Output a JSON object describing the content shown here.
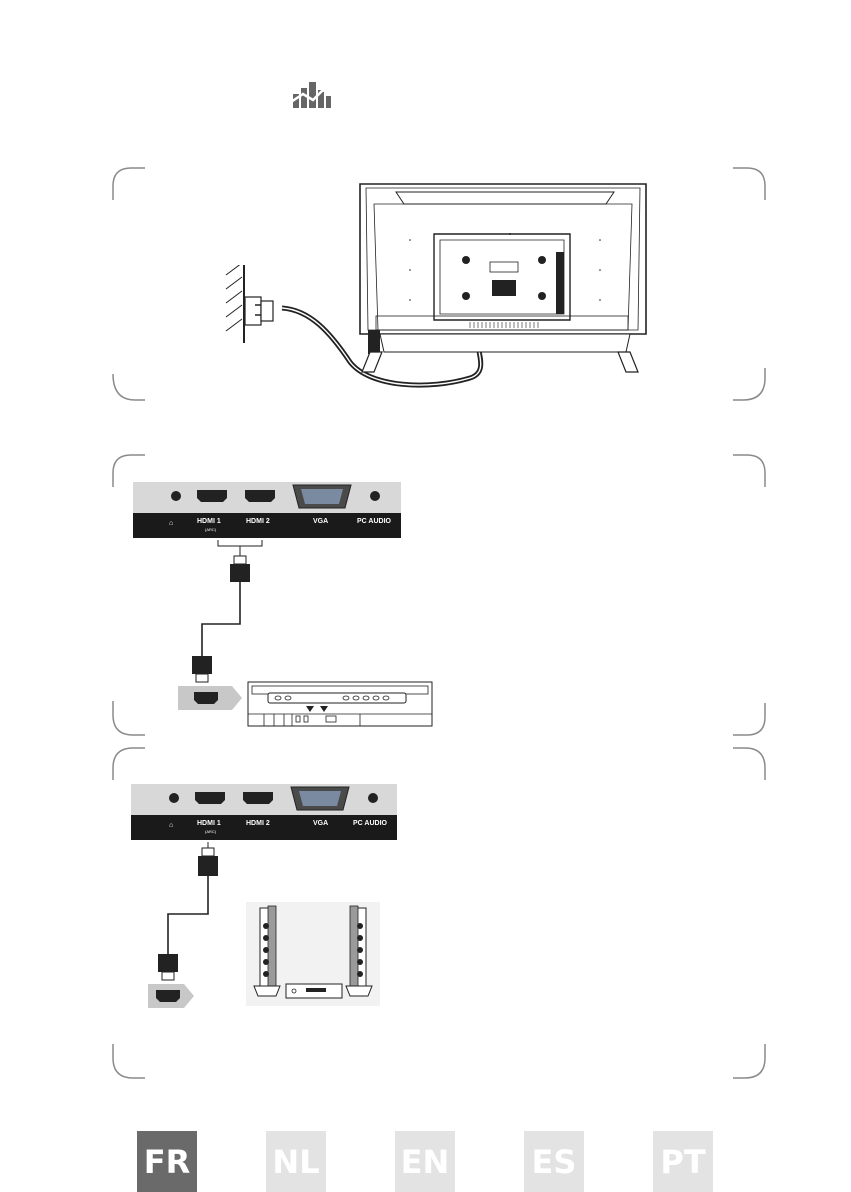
{
  "header": {
    "logo_icon": "buildings-chart-icon",
    "logo_color": "#666666"
  },
  "colors": {
    "panel_bg": "#d8d8d8",
    "panel_strip": "#1a1a1a",
    "frame": "#8a8a8a",
    "tab_active": "#6a6a6a",
    "tab_inactive": "#e3e3e3"
  },
  "panel_top": {
    "ports": [
      {
        "label": "⌂"
      },
      {
        "label": "HDMI 1",
        "sub": "(ARC)"
      },
      {
        "label": "HDMI 2"
      },
      {
        "label": "VGA"
      },
      {
        "label": "PC AUDIO"
      }
    ]
  },
  "panel_bottom": {
    "ports": [
      {
        "label": "⌂"
      },
      {
        "label": "HDMI 1",
        "sub": "(ARC)"
      },
      {
        "label": "HDMI 2"
      },
      {
        "label": "VGA"
      },
      {
        "label": "PC AUDIO"
      }
    ]
  },
  "language_tabs": [
    {
      "label": "FR",
      "active": true
    },
    {
      "label": "NL",
      "active": false
    },
    {
      "label": "EN",
      "active": false
    },
    {
      "label": "ES",
      "active": false
    },
    {
      "label": "PT",
      "active": false
    }
  ]
}
